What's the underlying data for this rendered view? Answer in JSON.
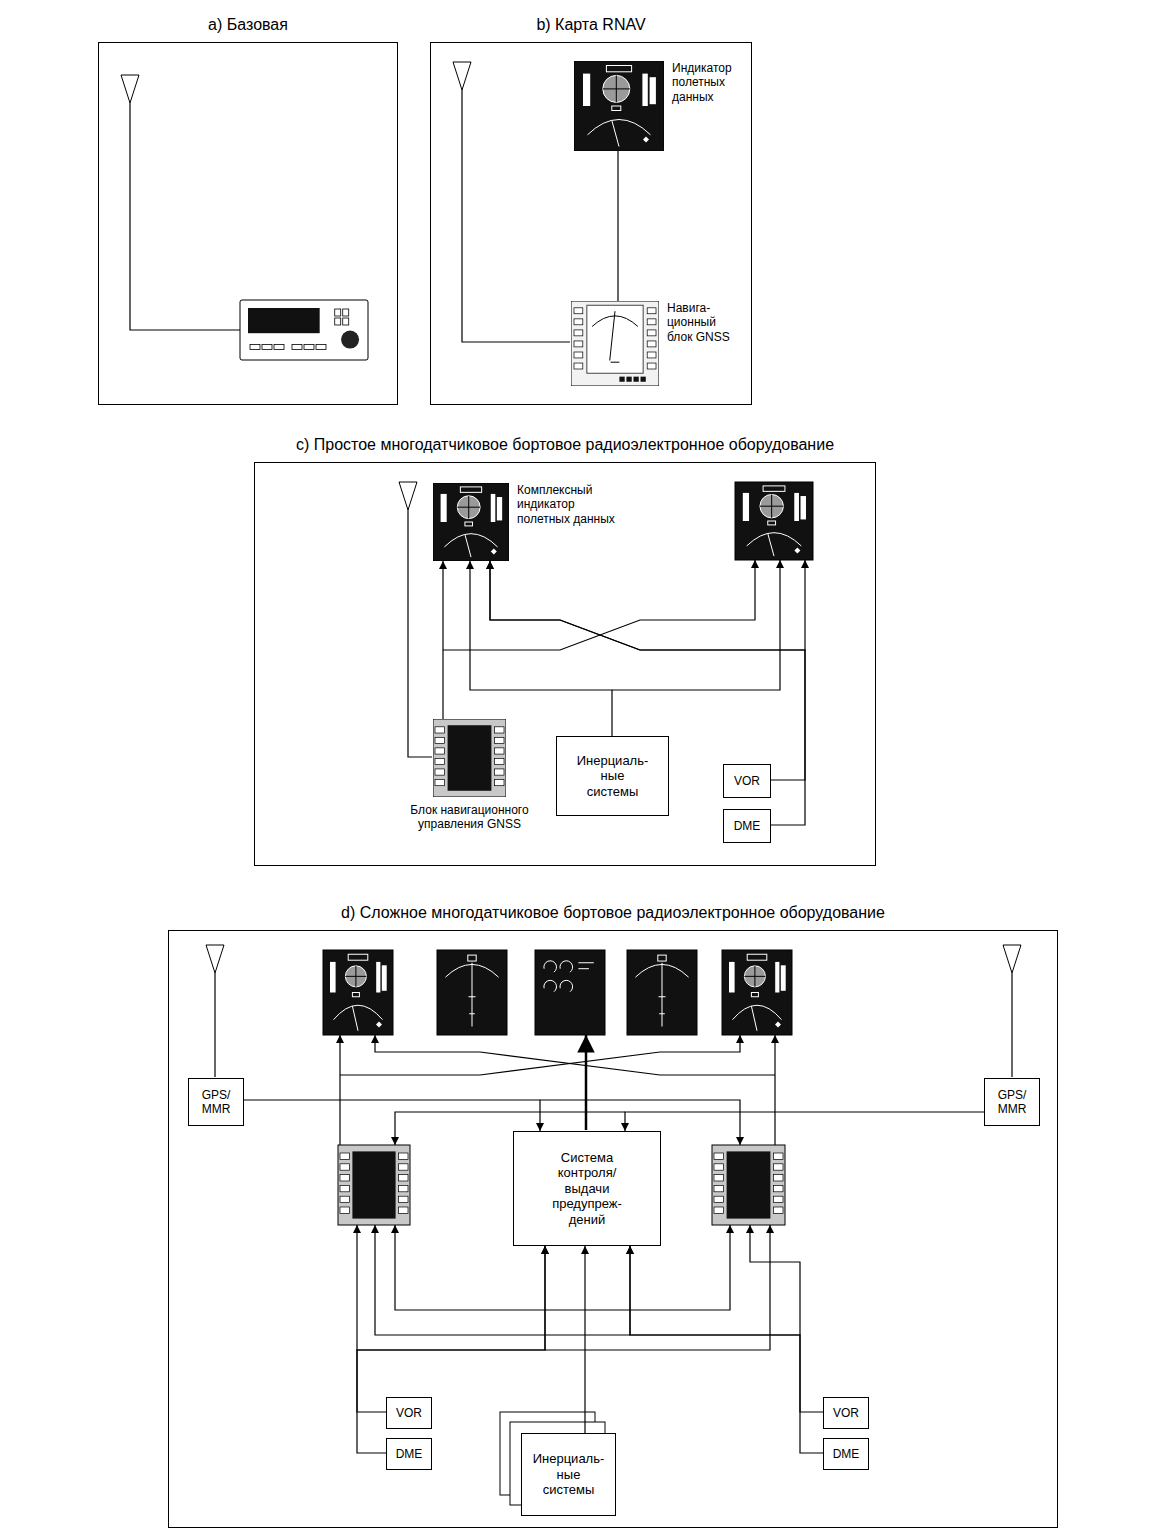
{
  "diagram": {
    "nodes": [
      {
        "text": [
          "a) Базовая"
        ]
      },
      {
        "text": [
          "b) Карта RNAV"
        ]
      },
      {
        "text": [
          "c) Простое многодатчиковое бортовое радиоэлектронное оборудование"
        ]
      },
      {
        "text": [
          "d) Сложное многодатчиковое бортовое радиоэлектронное оборудование"
        ]
      },
      {
        "text": [
          "Индикатор полетных данных"
        ],
        "in": 1
      },
      {
        "text": [
          "Навига- ционный блок GNSS"
        ],
        "in": 1
      },
      {
        "text": [
          "Комплексный индикатор полетных данных"
        ],
        "in": 2
      },
      {
        "text": [
          "Блок навигационного управления GNSS"
        ],
        "in": 2
      },
      {
        "text": [
          "Инерциаль- ные системы"
        ],
        "in": 2
      },
      {
        "text": [
          "VOR"
        ],
        "in": 2
      },
      {
        "text": [
          "DME"
        ],
        "in": 2
      },
      {
        "text": [
          "GPS/ MMR"
        ],
        "in": 3
      },
      {
        "text": [
          "GPS/ MMR"
        ],
        "in": 3
      },
      {
        "text": [
          "Система контроля/ выдачи предупреж- дений"
        ],
        "in": 3
      },
      {
        "text": [
          "VOR"
        ],
        "in": 3
      },
      {
        "text": [
          "DME"
        ],
        "in": 3
      },
      {
        "text": [
          "Инерциаль- ные системы"
        ],
        "in": 3
      },
      {
        "text": [
          "VOR"
        ],
        "in": 3
      },
      {
        "text": [
          "DME"
        ],
        "in": 3
      }
    ],
    "edges": [
      {
        "from": 4,
        "to": 5,
        "arrow": "none"
      },
      {
        "from": 7,
        "to": 6,
        "arrow": "to"
      },
      {
        "from": 8,
        "to": 6,
        "arrow": "to"
      },
      {
        "from": 9,
        "to": 6,
        "arrow": "to"
      },
      {
        "from": 10,
        "to": 6,
        "arrow": "to"
      },
      {
        "from": 11,
        "to": 13,
        "arrow": "to"
      },
      {
        "from": 12,
        "to": 13,
        "arrow": "to"
      },
      {
        "from": 16,
        "to": 13,
        "arrow": "to"
      },
      {
        "from": 14,
        "to": 13,
        "arrow": "to"
      },
      {
        "from": 15,
        "to": 13,
        "arrow": "to"
      },
      {
        "from": 17,
        "to": 13,
        "arrow": "to"
      },
      {
        "from": 18,
        "to": 13,
        "arrow": "to"
      }
    ]
  }
}
